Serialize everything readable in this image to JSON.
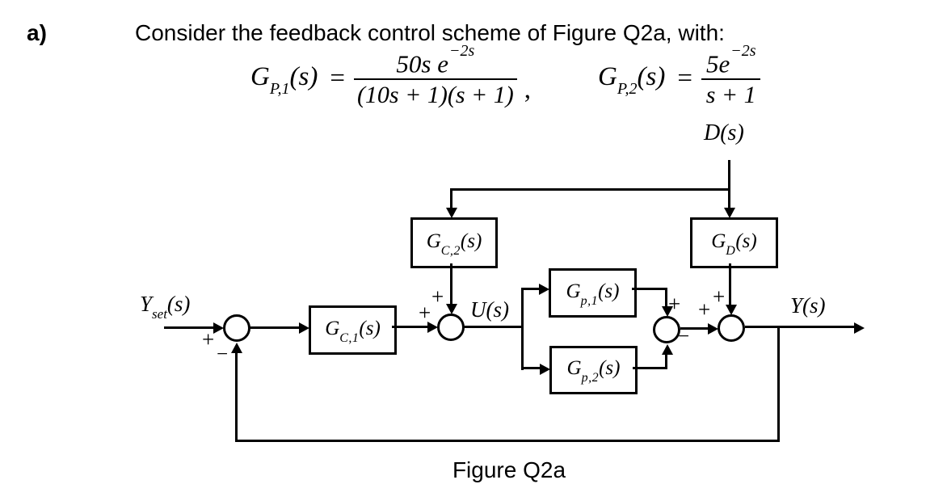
{
  "header": {
    "item_label": "a)",
    "question": "Consider the feedback control scheme of Figure Q2a, with:"
  },
  "formulas": {
    "gp1": {
      "lhs_base": "G",
      "lhs_sub": "P,1",
      "lhs_arg": "(s)",
      "equals": "=",
      "numerator_main": "50s e",
      "numerator_exp": "−2s",
      "denominator": "(10s + 1)(s + 1)",
      "trailing": ","
    },
    "gp2": {
      "lhs_base": "G",
      "lhs_sub": "P,2",
      "lhs_arg": "(s)",
      "equals": "=",
      "numerator_main": "5e",
      "numerator_exp": "−2s",
      "denominator": "s + 1"
    }
  },
  "diagram": {
    "labels": {
      "disturbance": {
        "base": "D",
        "arg": "(s)"
      },
      "setpoint": {
        "base": "Y",
        "sub": "set",
        "arg": "(s)"
      },
      "control": {
        "base": "U",
        "arg": "(s)"
      },
      "output": {
        "base": "Y",
        "arg": "(s)"
      }
    },
    "blocks": {
      "gc2": {
        "base": "G",
        "sub": "C,2",
        "arg": "(s)"
      },
      "gd": {
        "base": "G",
        "sub": "D",
        "arg": "(s)"
      },
      "gc1": {
        "base": "G",
        "sub": "C,1",
        "arg": "(s)"
      },
      "gp1": {
        "base": "G",
        "sub": "p,1",
        "arg": "(s)"
      },
      "gp2": {
        "base": "G",
        "sub": "p,2",
        "arg": "(s)"
      }
    },
    "sums": {
      "sum1": {
        "sign_left": "+",
        "sign_bottom": "−"
      },
      "sum2": {
        "sign_left": "+",
        "sign_top": "+"
      },
      "sum3": {
        "sign_top": "+",
        "sign_bottom": "−"
      },
      "sum4": {
        "sign_left": "+",
        "sign_top": "+"
      }
    }
  },
  "caption": "Figure Q2a",
  "colors": {
    "ink": "#000000",
    "background": "#ffffff"
  }
}
